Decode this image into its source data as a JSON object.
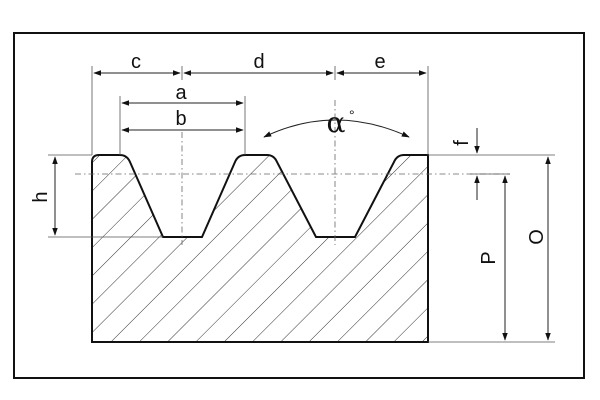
{
  "labels": {
    "a": "a",
    "b": "b",
    "c": "c",
    "d": "d",
    "e": "e",
    "f": "f",
    "h": "h",
    "P": "P",
    "O": "O",
    "alpha": "α",
    "degree": "°"
  },
  "colors": {
    "ink": "#111111",
    "background": "#ffffff"
  },
  "icons": {
    "arrowhead": "filled-triangle"
  }
}
